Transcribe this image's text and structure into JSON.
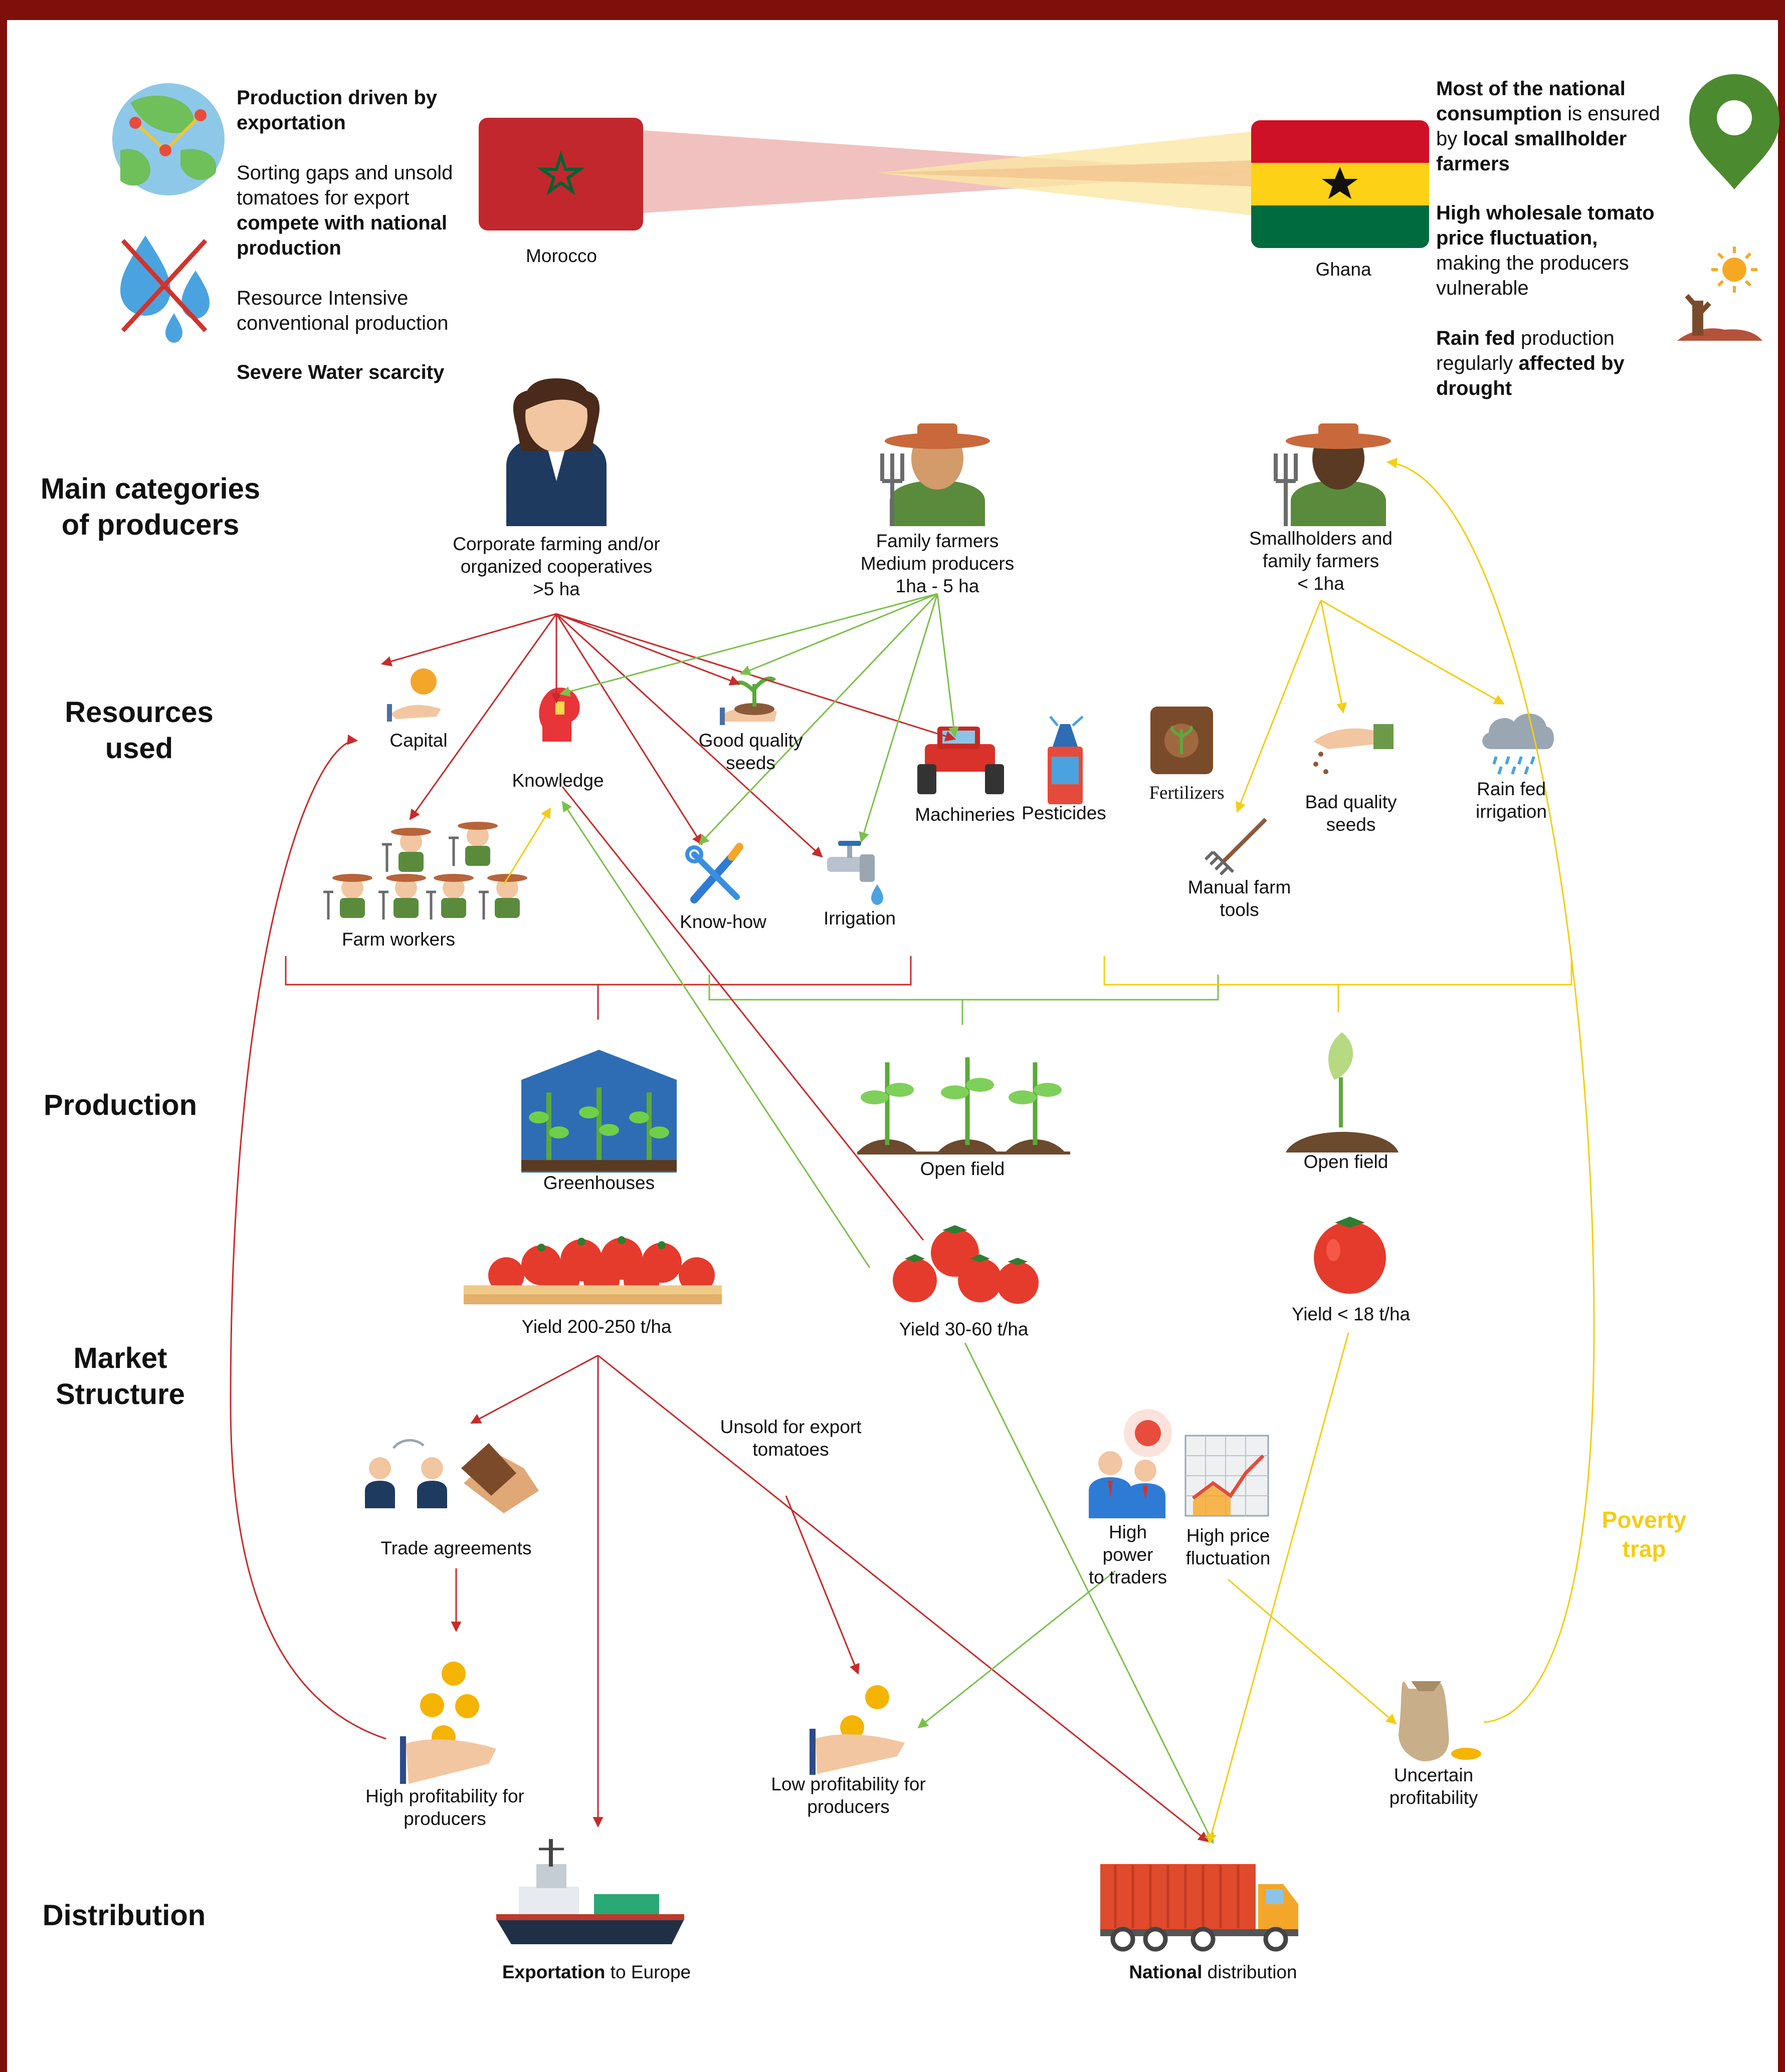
{
  "colors": {
    "frame": "#7e0f0a",
    "corporate_arrow": "#c92a2a",
    "family_arrow": "#7cc04b",
    "smallholder_arrow": "#f5cd13",
    "poverty_trap": "#f5cd13"
  },
  "header": {
    "morocco": {
      "country": "Morocco",
      "line_export_1": "Production driven by",
      "line_export_2": "exportation",
      "line_sort_1": "Sorting gaps and unsold",
      "line_sort_2": "tomatoes for export",
      "line_sort_3": "compete with national",
      "line_sort_4": "production",
      "line_res_1": "Resource Intensive",
      "line_res_2": "conventional production",
      "line_water": "Severe Water scarcity"
    },
    "ghana": {
      "country": "Ghana",
      "cons_1": "Most of the national",
      "cons_2a": "consumption",
      "cons_2b": " is ensured",
      "cons_3a": "by ",
      "cons_3b": "local smallholder",
      "cons_4": "farmers",
      "price_1": "High wholesale tomato",
      "price_2": "price fluctuation,",
      "price_3": "making the producers",
      "price_4": "vulnerable",
      "rain_1a": "Rain fed",
      "rain_1b": " production",
      "rain_2a": "regularly ",
      "rain_2b": "affected by",
      "rain_3": "drought"
    }
  },
  "rows": {
    "main_categories_1": "Main categories",
    "main_categories_2": "of producers",
    "resources_1": "Resources",
    "resources_2": "used",
    "production": "Production",
    "market_1": "Market",
    "market_2": "Structure",
    "distribution": "Distribution"
  },
  "producers": {
    "corporate_1": "Corporate farming and/or",
    "corporate_2": "organized cooperatives",
    "corporate_3": ">5 ha",
    "family_1": "Family farmers",
    "family_2": "Medium producers",
    "family_3": "1ha - 5 ha",
    "small_1": "Smallholders and",
    "small_2": "family  farmers",
    "small_3": "< 1ha"
  },
  "resources": {
    "capital": "Capital",
    "knowledge": "Knowledge",
    "seeds_1": "Good quality",
    "seeds_2": "seeds",
    "machineries": "Machineries",
    "pesticides": "Pesticides",
    "fertilizers": "Fertilizers",
    "bad_seeds_1": "Bad quality",
    "bad_seeds_2": "seeds",
    "rain_irr_1": "Rain fed",
    "rain_irr_2": "irrigation",
    "farm_workers": "Farm workers",
    "know_how": "Know-how",
    "irrigation": "Irrigation",
    "tools_1": "Manual farm",
    "tools_2": "tools"
  },
  "production": {
    "greenhouses": "Greenhouses",
    "open_field_family": "Open field",
    "open_field_small": "Open field",
    "yield_corp": "Yield 200-250 t/ha",
    "yield_family": "Yield  30-60 t/ha",
    "yield_small": "Yield < 18 t/ha"
  },
  "market": {
    "unsold_1": "Unsold for export",
    "unsold_2": "tomatoes",
    "trade": "Trade agreements",
    "traders_1": "High",
    "traders_2": "power",
    "traders_3": "to traders",
    "fluct_1": "High price",
    "fluct_2": "fluctuation",
    "high_profit_1": "High profitability for",
    "high_profit_2": "producers",
    "low_profit_1": "Low profitability for",
    "low_profit_2": "producers",
    "uncertain_1": "Uncertain",
    "uncertain_2": "profitability",
    "poverty_1": "Poverty",
    "poverty_2": "trap"
  },
  "distribution": {
    "export_bold": "Exportation",
    "export_rest": " to Europe",
    "national_bold": "National",
    "national_rest": " distribution"
  }
}
